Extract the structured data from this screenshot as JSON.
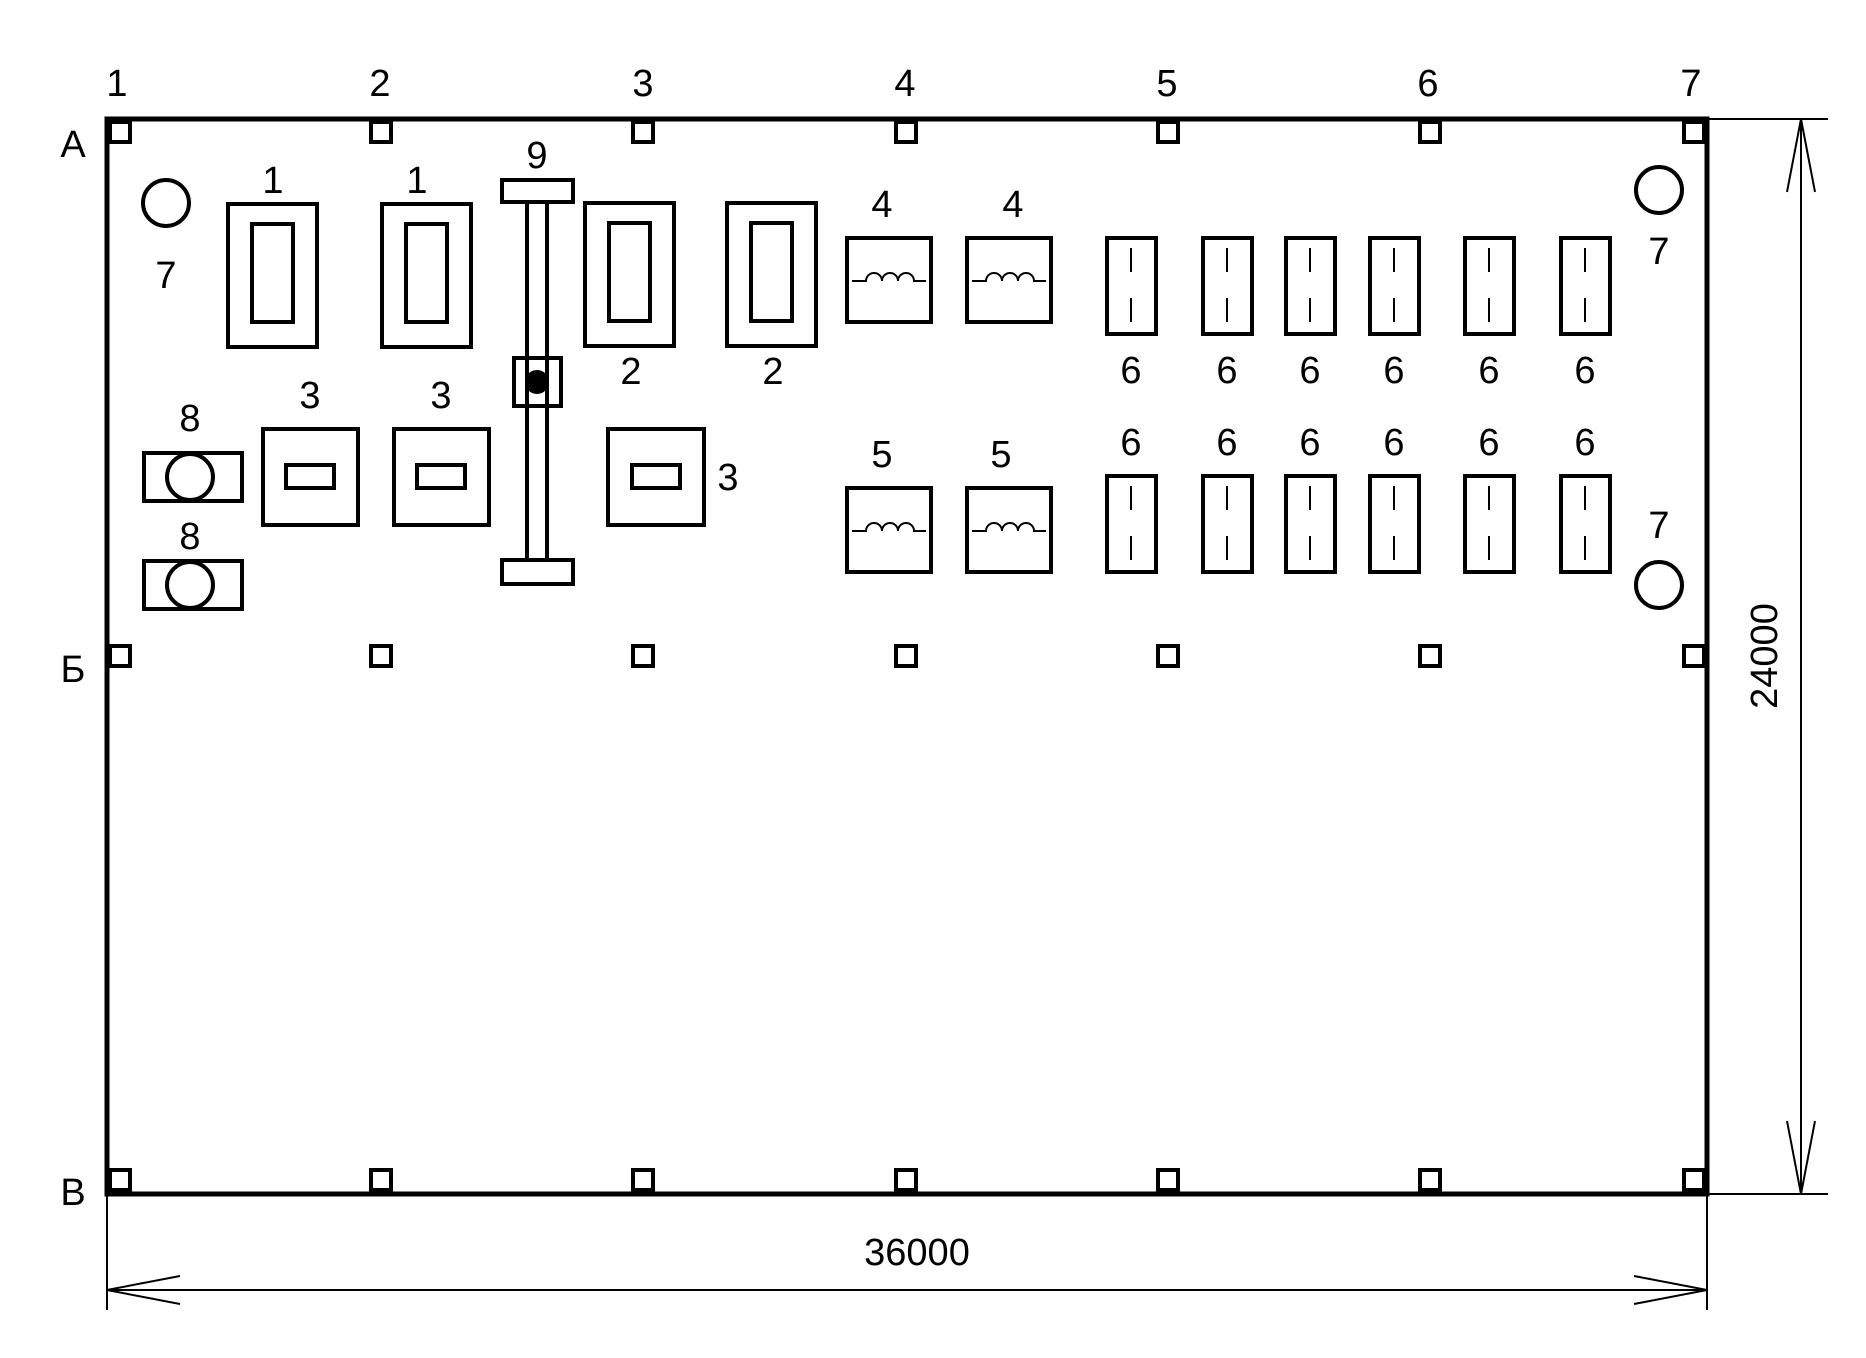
{
  "axes": {
    "columns": [
      "1",
      "2",
      "3",
      "4",
      "5",
      "6",
      "7"
    ],
    "rows": [
      "А",
      "Б",
      "В"
    ]
  },
  "dimensions": {
    "width": "36000",
    "height": "24000"
  },
  "equipment": {
    "transformer_large": {
      "number": "1",
      "units": [
        "1",
        "1"
      ]
    },
    "transformer_large_b": {
      "number": "2",
      "units": [
        "2",
        "2"
      ]
    },
    "unit_square": {
      "number": "3",
      "units": [
        "3",
        "3",
        "3"
      ]
    },
    "coil_top": {
      "number": "4",
      "units": [
        "4",
        "4"
      ]
    },
    "coil_bottom": {
      "number": "5",
      "units": [
        "5",
        "5"
      ]
    },
    "cabinets": {
      "number": "6",
      "top_row": [
        "6",
        "6",
        "6",
        "6",
        "6",
        "6"
      ],
      "bottom_row": [
        "6",
        "6",
        "6",
        "6",
        "6",
        "6"
      ]
    },
    "round_marker": {
      "number": "7",
      "units": [
        "7",
        "7",
        "7"
      ]
    },
    "pump_unit": {
      "number": "8",
      "units": [
        "8",
        "8"
      ]
    },
    "crane_beam": {
      "number": "9"
    }
  },
  "colors": {
    "line": "#000000",
    "background": "#ffffff"
  }
}
